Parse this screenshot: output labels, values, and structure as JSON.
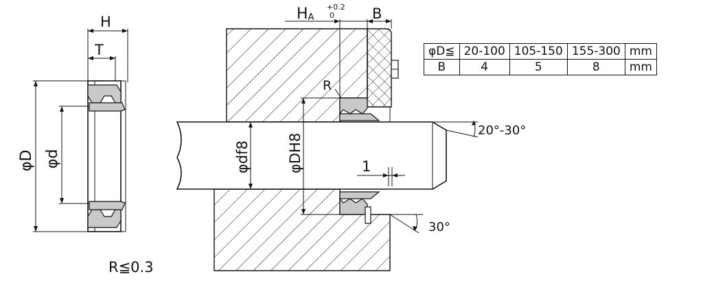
{
  "labels": {
    "H": "H",
    "T": "T",
    "D_outer": "φD",
    "d_inner": "φd",
    "HA": "H",
    "HA_sub": "A",
    "tol_upper": "+0.2",
    "tol_lower": "0",
    "B": "B",
    "R": "R",
    "shaft_dia": "φdf8",
    "bore_dia": "φDH8",
    "gap": "1",
    "chamfer_shaft": "20°-30°",
    "chamfer_bore": "30°",
    "radius_note": "R≦0.3"
  },
  "table": {
    "header": [
      "φD≦",
      "20-100",
      "105-150",
      "155-300",
      "mm"
    ],
    "row": [
      "B",
      "4",
      "5",
      "8",
      "mm"
    ]
  }
}
